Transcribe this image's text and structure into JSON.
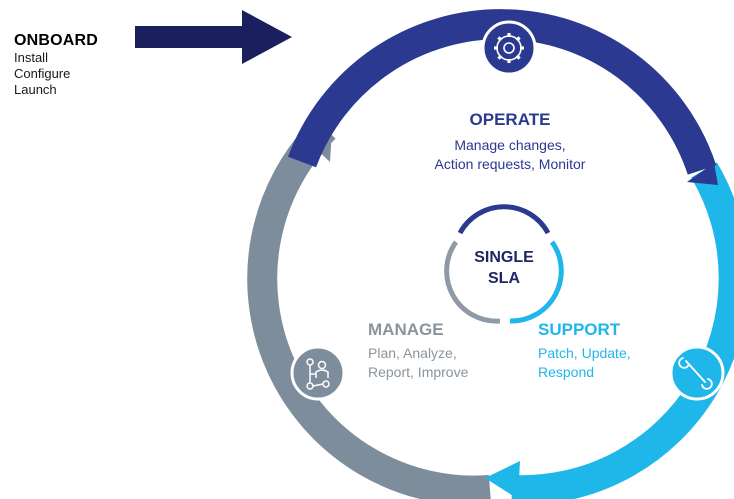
{
  "onboard": {
    "title": "ONBOARD",
    "items": [
      "Install",
      "Configure",
      "Launch"
    ]
  },
  "stages": {
    "operate": {
      "title": "OPERATE",
      "lines": [
        "Manage changes,",
        "Action requests, Monitor"
      ]
    },
    "support": {
      "title": "SUPPORT",
      "lines": [
        "Patch, Update,",
        "Respond"
      ]
    },
    "manage": {
      "title": "MANAGE",
      "lines": [
        "Plan, Analyze,",
        "Report, Improve"
      ]
    }
  },
  "center": {
    "lines": [
      "SINGLE",
      "SLA"
    ]
  },
  "icons": {
    "operate": "gear-icon",
    "support": "wrench-icon",
    "manage": "workflow-person-icon"
  },
  "colors": {
    "operate": "#2b3990",
    "support": "#1fb6ea",
    "manage": "#7d8d9c",
    "onboard_arrow": "#1b1f5e",
    "center_text": "#1e2761"
  }
}
